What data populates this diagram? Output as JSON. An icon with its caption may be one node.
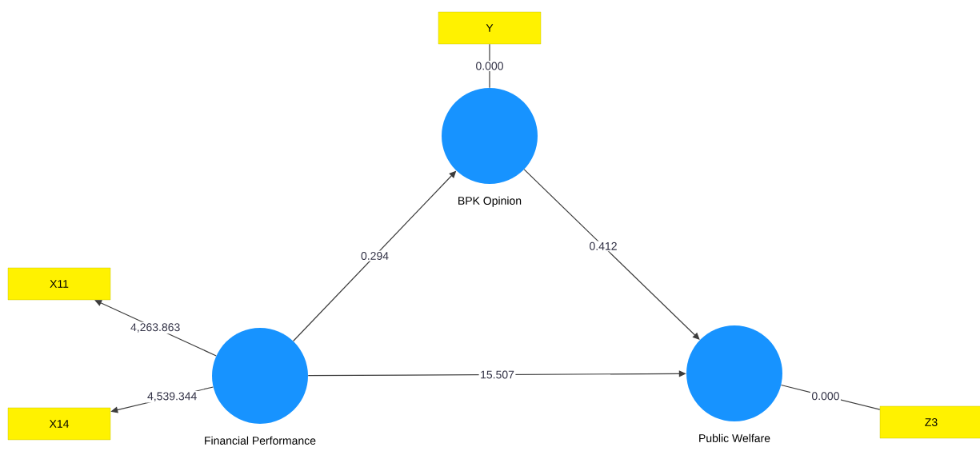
{
  "diagram": {
    "nodes": [
      {
        "text": [
          "Y"
        ]
      },
      {
        "text": [
          "BPK Opinion"
        ]
      },
      {
        "text": [
          "X11"
        ]
      },
      {
        "text": [
          "X14"
        ]
      },
      {
        "text": [
          "Financial Performance"
        ]
      },
      {
        "text": [
          "Public Welfare"
        ]
      },
      {
        "text": [
          "Z3"
        ]
      }
    ],
    "edges": [
      {
        "from": 0,
        "to": 1,
        "arrow": "none",
        "label": "0.000"
      },
      {
        "from": 4,
        "to": 2,
        "arrow": "to",
        "label": "4,263.863"
      },
      {
        "from": 4,
        "to": 3,
        "arrow": "to",
        "label": "4,539.344"
      },
      {
        "from": 4,
        "to": 1,
        "arrow": "to",
        "label": "0.294"
      },
      {
        "from": 1,
        "to": 5,
        "arrow": "to",
        "label": "0.412"
      },
      {
        "from": 4,
        "to": 5,
        "arrow": "to",
        "label": "15.507"
      },
      {
        "from": 5,
        "to": 6,
        "arrow": "none",
        "label": "0.000"
      }
    ]
  }
}
